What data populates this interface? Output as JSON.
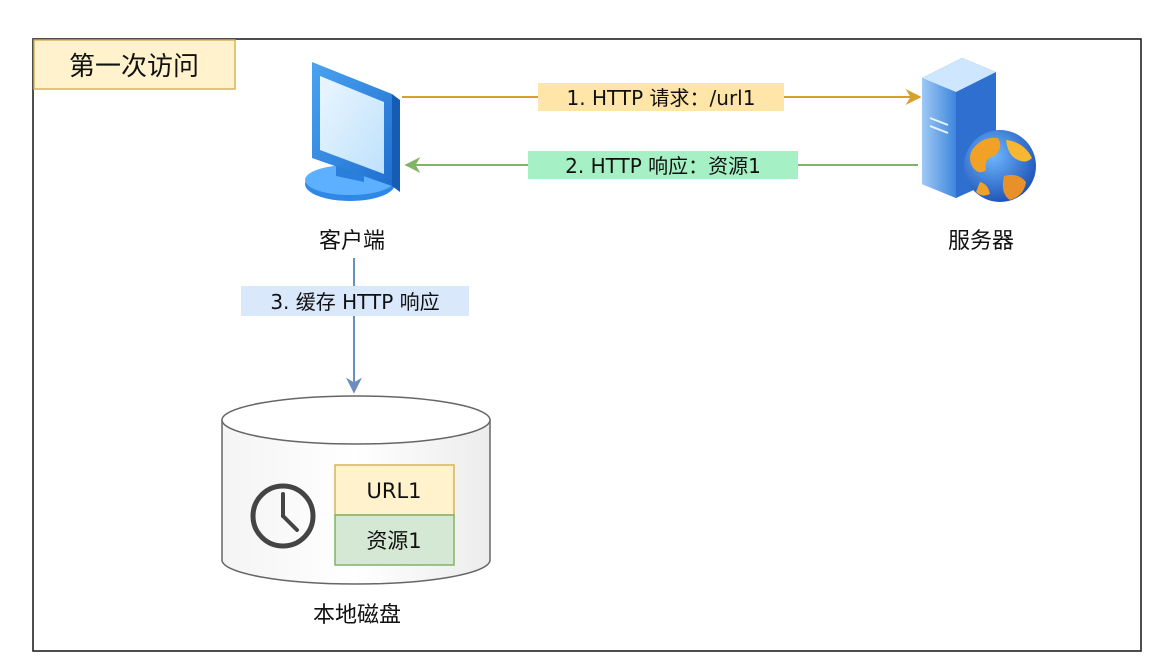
{
  "title": "第一次访问",
  "nodes": {
    "client": "客户端",
    "server": "服务器",
    "disk": "本地磁盘"
  },
  "edges": {
    "request": "1. HTTP 请求：/url1",
    "response": "2. HTTP 响应：资源1",
    "cache": "3. 缓存 HTTP 响应"
  },
  "cache_table": {
    "key": "URL1",
    "value": "资源1"
  },
  "icons": {
    "client": "monitor-icon",
    "server": "server-globe-icon",
    "clock": "clock-icon"
  },
  "colors": {
    "request_arrow": "#d6a12a",
    "request_label_bg": "#ffe6a8",
    "response_arrow": "#82b366",
    "response_label_bg": "#a6f0c6",
    "cache_arrow": "#6c8ebf",
    "cache_label_bg": "#dae8fc",
    "title_bg": "#fff2cc",
    "title_border": "#d6b656",
    "url_cell_bg": "#fff2cc",
    "url_cell_border": "#d6b656",
    "res_cell_bg": "#d5e8d4",
    "res_cell_border": "#82b366"
  }
}
